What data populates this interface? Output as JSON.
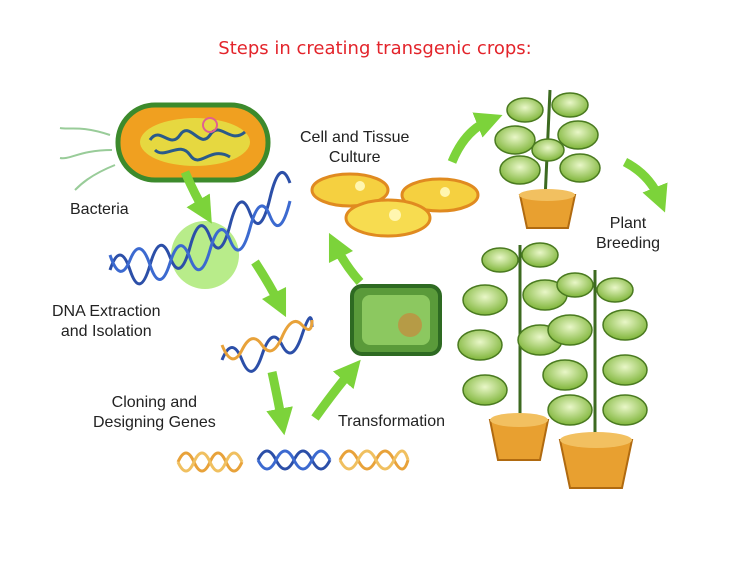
{
  "title": "Steps in creating transgenic crops:",
  "steps": {
    "bacteria": "Bacteria",
    "dna_extraction": [
      "DNA Extraction",
      "and Isolation"
    ],
    "cloning": [
      "Cloning and",
      "Designing Genes"
    ],
    "transformation": "Transformation",
    "cell_culture": [
      "Cell and Tissue",
      "Culture"
    ],
    "plant_breeding": [
      "Plant",
      "Breeding"
    ]
  },
  "colors": {
    "title": "#e3242b",
    "arrow": "#7cd33a",
    "dna_blue": "#2c4fa8",
    "dna_orange": "#e8a23a"
  }
}
